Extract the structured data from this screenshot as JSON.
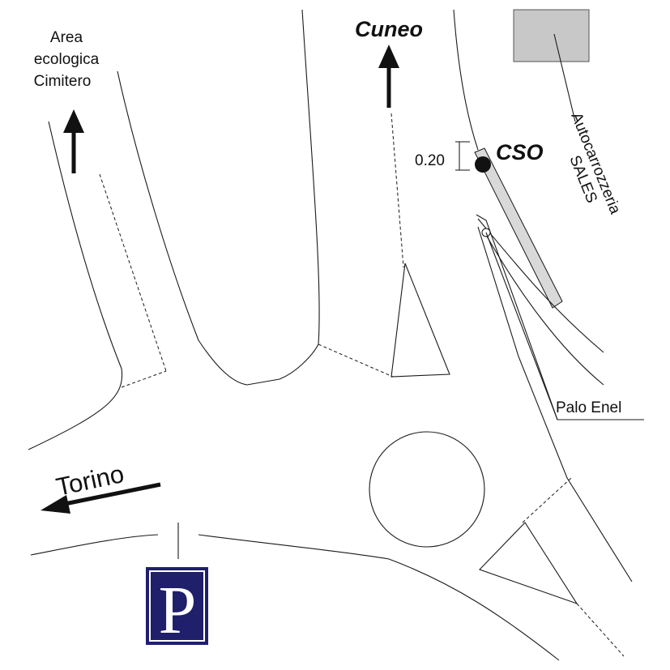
{
  "map": {
    "destinations": {
      "cuneo": "Cuneo",
      "torino": "Torino",
      "area_line1": "Area",
      "area_line2": "ecologica",
      "area_line3": "Cimitero"
    },
    "cso_label": "CSO",
    "measurement": "0.20",
    "autocarrozzeria_line1": "Autocarrozzeria",
    "autocarrozzeria_line2": "SALES",
    "palo_label": "Palo Enel",
    "parking_icon": "parking-sign-icon",
    "parking_letter": "P",
    "colors": {
      "parking_bg": "#1f1f6b",
      "building": "#c8c8c8",
      "pipe": "#d9d9d9",
      "line": "#1a1a1a"
    }
  }
}
